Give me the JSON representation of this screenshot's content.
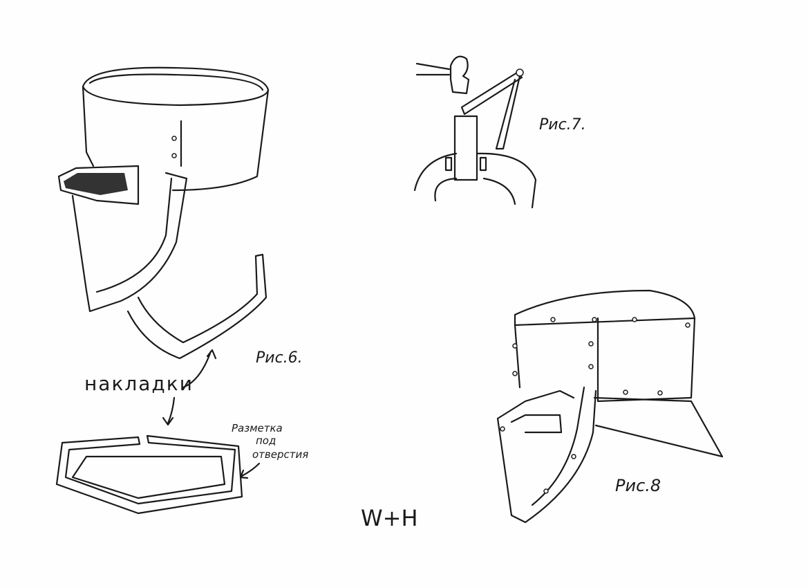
{
  "figures": {
    "fig6": {
      "caption": "Рис.6."
    },
    "fig7": {
      "caption": "Рис.7."
    },
    "fig8": {
      "caption": "Рис.8"
    }
  },
  "annotations": {
    "overlays": "накладки",
    "marking_line1": "Разметка",
    "marking_line2": "под",
    "marking_line3": "отверстия"
  },
  "signature": "W+H"
}
